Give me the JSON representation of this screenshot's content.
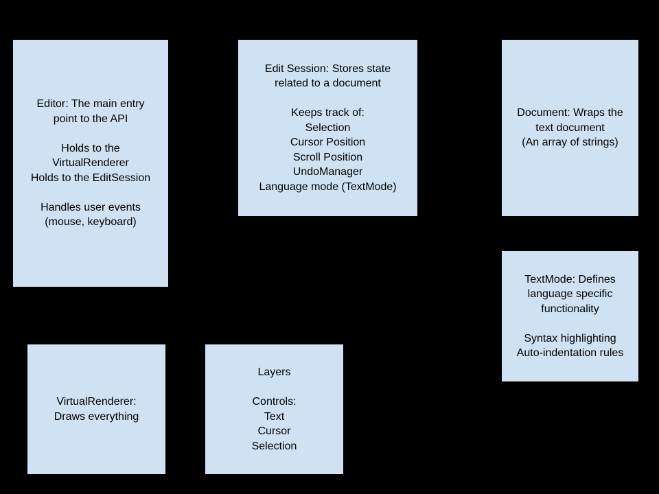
{
  "colors": {
    "background": "#000000",
    "box_fill": "#cfe2f3",
    "box_border": "#000000",
    "text": "#000000"
  },
  "boxes": [
    {
      "id": "editor",
      "lines": [
        "Editor: The main entry",
        "point to the API",
        "",
        "Holds to the",
        "VirtualRenderer",
        "Holds to the EditSession",
        "",
        "Handles user events",
        "(mouse, keyboard)"
      ]
    },
    {
      "id": "edit-session",
      "lines": [
        "Edit Session: Stores state",
        "related to a document",
        "",
        "Keeps track of:",
        "Selection",
        "Cursor Position",
        "Scroll Position",
        "UndoManager",
        "Language mode (TextMode)"
      ]
    },
    {
      "id": "document",
      "lines": [
        "Document: Wraps the",
        "text document",
        "(An array of strings)"
      ]
    },
    {
      "id": "textmode",
      "lines": [
        "TextMode: Defines",
        "language specific",
        "functionality",
        "",
        "Syntax highlighting",
        "Auto-indentation rules"
      ]
    },
    {
      "id": "virtualrenderer",
      "lines": [
        "VirtualRenderer:",
        "Draws everything"
      ]
    },
    {
      "id": "layers",
      "lines": [
        "Layers",
        "",
        "Controls:",
        "Text",
        "Cursor",
        "Selection"
      ]
    }
  ]
}
